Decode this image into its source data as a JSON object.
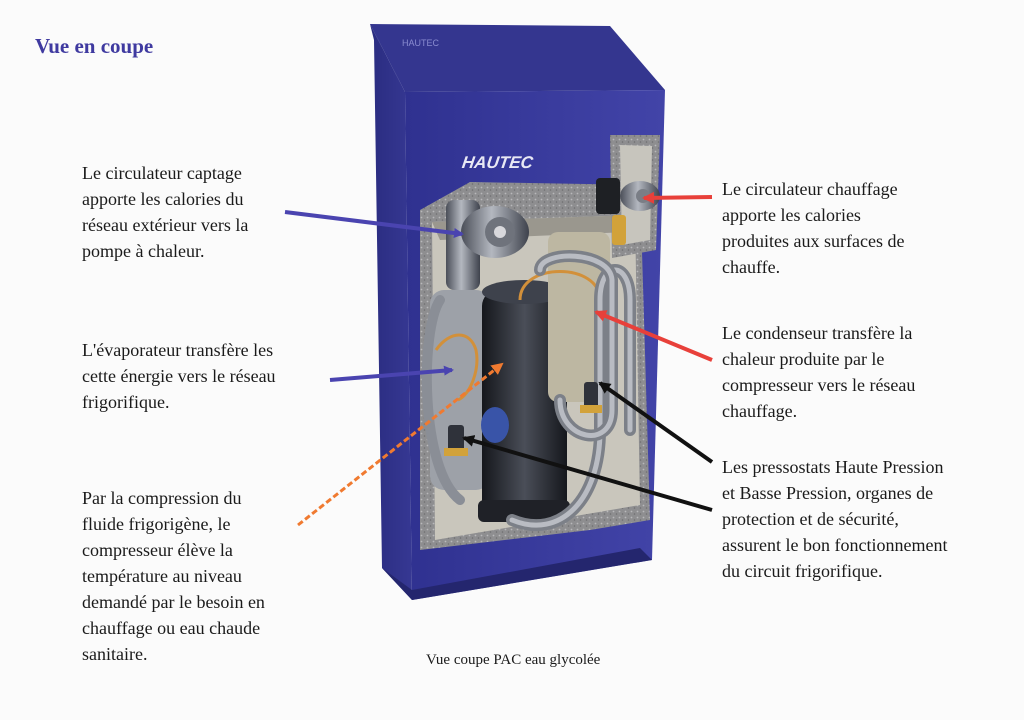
{
  "title": "Vue en coupe",
  "caption": "Vue coupe PAC eau glycolée",
  "brand": "HAUTEC",
  "annotations": {
    "circulateur_captage": "Le circulateur captage\napporte les calories du\nréseau extérieur vers la\npompe à chaleur.",
    "evaporateur": "L'évaporateur transfère les\ncette énergie vers le réseau\nfrigorifique.",
    "compression": "Par la compression du\nfluide frigorigène, le\ncompresseur élève la\ntempérature au niveau\ndemandé par le besoin en\nchauffage ou eau chaude\nsanitaire.",
    "circulateur_chauffage": "Le circulateur chauffage\napporte les calories\nproduites aux surfaces de\nchauffe.",
    "condenseur": "Le condenseur transfère la\nchaleur produite par le\ncompresseur vers le réseau\nchauffage.",
    "pressostats": "Les pressostats Haute Pression\net Basse Pression, organes de\nprotection et de sécurité,\nassurent le bon fonctionnement\ndu circuit frigorifique."
  },
  "colors": {
    "title": "#3f3aa0",
    "cabinet": "#3d3f9e",
    "arrow_blue": "#4a44b0",
    "arrow_red": "#e8403a",
    "arrow_orange": "#f07a30",
    "arrow_black": "#111111"
  }
}
